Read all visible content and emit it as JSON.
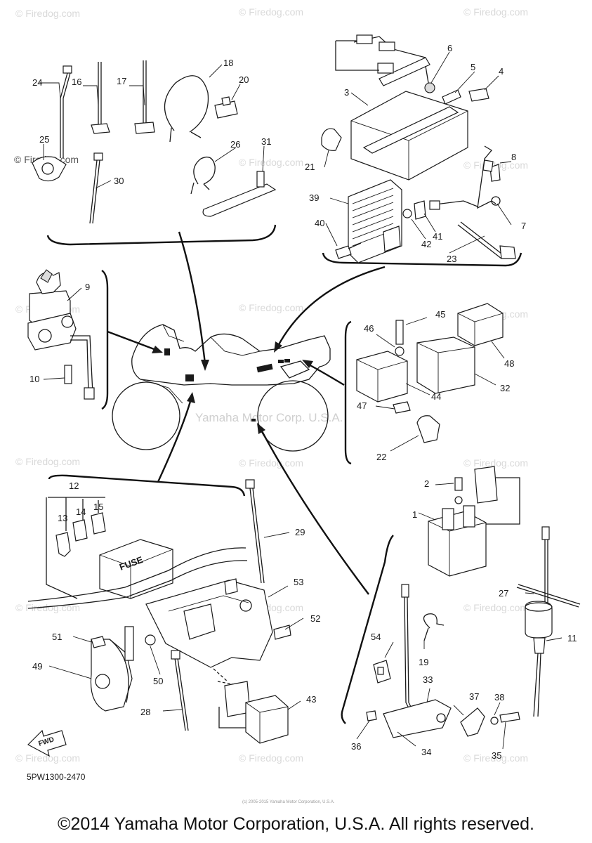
{
  "watermarks": [
    "© Firedog.com",
    "© Firedog.com",
    "© Firedog.com",
    "© Firedog.com",
    "© Firedog.com",
    "© Firedog.com",
    "© Firedog.com",
    "© Firedog.com",
    "© Firedog.com",
    "© Firedog.com",
    "© Firedog.com",
    "© Firedog.com",
    "© Firedog.com",
    "© Firedog.com",
    "© Firedog.com",
    "© Firedog.com",
    "© Firedog.com",
    "© Firedog.com"
  ],
  "center_watermark": "Yamaha Motor Corp. U.S.A.",
  "callouts": [
    "1",
    "2",
    "3",
    "4",
    "5",
    "6",
    "7",
    "8",
    "9",
    "10",
    "11",
    "12",
    "13",
    "14",
    "15",
    "16",
    "17",
    "18",
    "19",
    "20",
    "21",
    "22",
    "23",
    "24",
    "25",
    "26",
    "27",
    "28",
    "29",
    "30",
    "31",
    "32",
    "33",
    "34",
    "35",
    "36",
    "37",
    "38",
    "39",
    "40",
    "41",
    "42",
    "43",
    "44",
    "45",
    "46",
    "47",
    "48",
    "49",
    "50",
    "51",
    "52",
    "53",
    "54"
  ],
  "fuse_box_label": "FUSE",
  "fwd_label": "FWD",
  "diagram_code": "5PW1300-2470",
  "small_print": "(c) 2005-2015 Yamaha Motor Corporation, U.S.A.",
  "copyright": "©2014 Yamaha Motor Corporation, U.S.A. All rights reserved."
}
